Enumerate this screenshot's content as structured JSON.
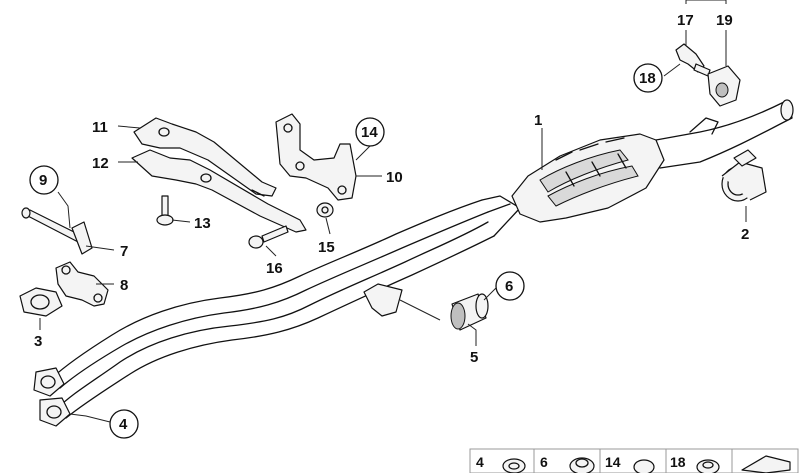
{
  "callouts": [
    {
      "id": "1",
      "label": "1"
    },
    {
      "id": "2",
      "label": "2"
    },
    {
      "id": "3",
      "label": "3"
    },
    {
      "id": "4",
      "label": "4"
    },
    {
      "id": "5",
      "label": "5"
    },
    {
      "id": "6",
      "label": "6"
    },
    {
      "id": "7",
      "label": "7"
    },
    {
      "id": "8",
      "label": "8"
    },
    {
      "id": "9",
      "label": "9"
    },
    {
      "id": "10",
      "label": "10"
    },
    {
      "id": "11",
      "label": "11"
    },
    {
      "id": "12",
      "label": "12"
    },
    {
      "id": "13",
      "label": "13"
    },
    {
      "id": "14",
      "label": "14"
    },
    {
      "id": "15",
      "label": "15"
    },
    {
      "id": "16",
      "label": "16"
    },
    {
      "id": "17",
      "label": "17"
    },
    {
      "id": "18",
      "label": "18"
    },
    {
      "id": "19",
      "label": "19"
    }
  ],
  "legend": [
    {
      "label": "4"
    },
    {
      "label": "6"
    },
    {
      "label": "14"
    },
    {
      "label": "18"
    }
  ],
  "colors": {
    "line": "#111111",
    "background": "#ffffff",
    "shade": "#d9d9d9"
  }
}
